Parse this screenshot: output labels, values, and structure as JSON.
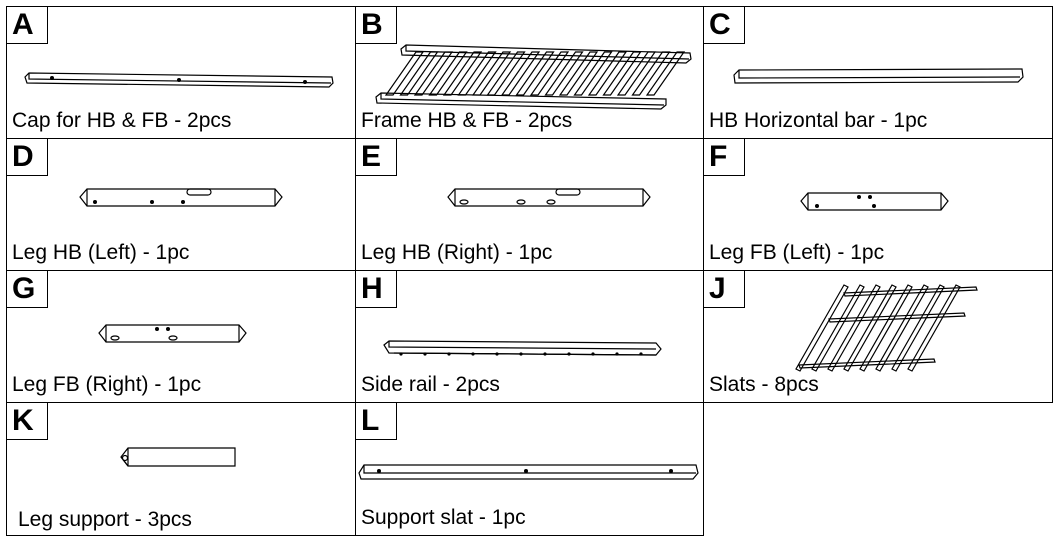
{
  "parts": [
    {
      "letter": "A",
      "caption": "Cap for HB & FB - 2pcs",
      "icon": "cap-board"
    },
    {
      "letter": "B",
      "caption": "Frame HB & FB - 2pcs",
      "icon": "frame-panel"
    },
    {
      "letter": "C",
      "caption": "HB Horizontal bar - 1pc",
      "icon": "horizontal-bar"
    },
    {
      "letter": "D",
      "caption": "Leg HB (Left) - 1pc",
      "icon": "leg-post"
    },
    {
      "letter": "E",
      "caption": "Leg HB (Right) - 1pc",
      "icon": "leg-post"
    },
    {
      "letter": "F",
      "caption": "Leg FB (Left) - 1pc",
      "icon": "short-leg-post"
    },
    {
      "letter": "G",
      "caption": "Leg FB (Right) - 1pc",
      "icon": "short-leg-post"
    },
    {
      "letter": "H",
      "caption": "Side rail - 2pcs",
      "icon": "side-rail"
    },
    {
      "letter": "J",
      "caption": "Slats - 8pcs",
      "icon": "slats"
    },
    {
      "letter": "K",
      "caption": "Leg support - 3pcs",
      "icon": "leg-support-block"
    },
    {
      "letter": "L",
      "caption": "Support slat - 1pc",
      "icon": "support-slat"
    }
  ]
}
